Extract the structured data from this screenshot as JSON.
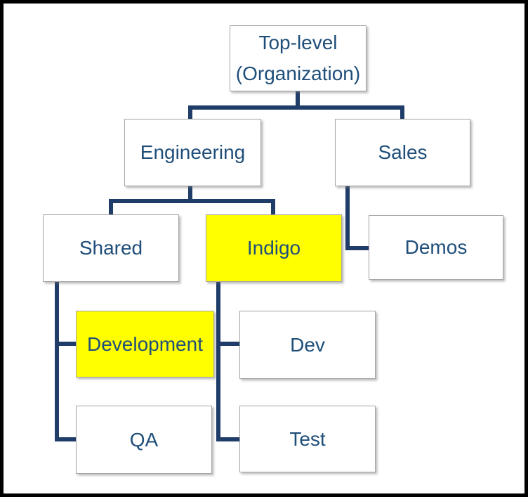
{
  "diagram": {
    "type": "org-chart",
    "nodes": {
      "top": {
        "lines": [
          "Top-level",
          "(Organization)"
        ],
        "highlighted": false
      },
      "engineering": {
        "label": "Engineering",
        "highlighted": false
      },
      "sales": {
        "label": "Sales",
        "highlighted": false
      },
      "shared": {
        "label": "Shared",
        "highlighted": false
      },
      "indigo": {
        "label": "Indigo",
        "highlighted": true
      },
      "demos": {
        "label": "Demos",
        "highlighted": false
      },
      "development": {
        "label": "Development",
        "highlighted": true
      },
      "dev": {
        "label": "Dev",
        "highlighted": false
      },
      "qa": {
        "label": "QA",
        "highlighted": false
      },
      "test": {
        "label": "Test",
        "highlighted": false
      }
    },
    "edges": [
      [
        "Top-level (Organization)",
        "Engineering"
      ],
      [
        "Top-level (Organization)",
        "Sales"
      ],
      [
        "Engineering",
        "Shared"
      ],
      [
        "Engineering",
        "Indigo"
      ],
      [
        "Sales",
        "Demos"
      ],
      [
        "Shared",
        "Development"
      ],
      [
        "Shared",
        "QA"
      ],
      [
        "Indigo",
        "Dev"
      ],
      [
        "Indigo",
        "Test"
      ]
    ],
    "colors": {
      "line": "#1f3d68",
      "text": "#1f4e79",
      "highlight": "#ffff00",
      "box_border": "#a6a6a6",
      "frame": "#000000",
      "background": "#ffffff"
    }
  }
}
